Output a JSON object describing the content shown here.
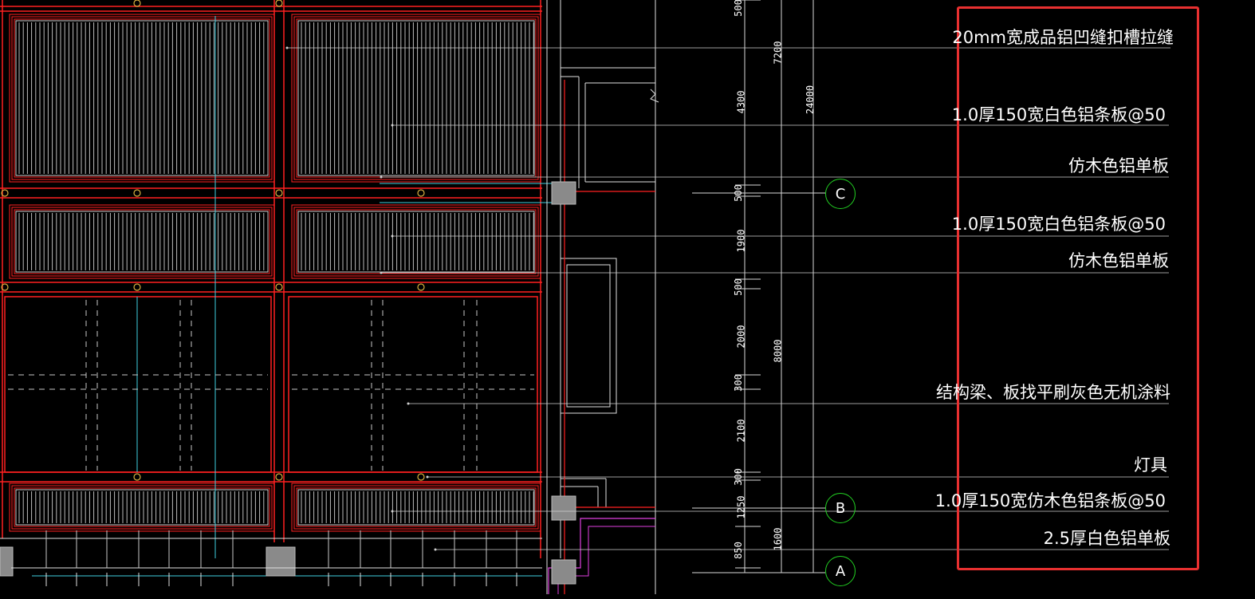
{
  "annotations": [
    {
      "text": "20mm宽成品铝凹缝扣槽拉缝"
    },
    {
      "text": "1.0厚150宽白色铝条板@50"
    },
    {
      "text": "仿木色铝单板"
    },
    {
      "text": "1.0厚150宽白色铝条板@50"
    },
    {
      "text": "仿木色铝单板"
    },
    {
      "text": "结构梁、板找平刷灰色无机涂料"
    },
    {
      "text": "灯具"
    },
    {
      "text": "1.0厚150宽仿木色铝条板@50"
    },
    {
      "text": "2.5厚白色铝单板"
    }
  ],
  "dimensions": {
    "segments": [
      "500",
      "4300",
      "500",
      "1900",
      "500",
      "2000",
      "300",
      "2100",
      "300",
      "1250",
      "850"
    ],
    "groups": [
      "7200",
      "8000",
      "1600"
    ],
    "total": "24000"
  },
  "grid_labels": [
    "C",
    "B",
    "A"
  ],
  "colors": {
    "background": "#000000",
    "frame_red": "#ff2020",
    "line_white": "#d8d8d8",
    "cyan": "#40d0e0",
    "grid_circle": "#22d022",
    "magenta": "#e040e0",
    "column_gray": "#8a8a8a",
    "highlight_box": "#e83030"
  }
}
